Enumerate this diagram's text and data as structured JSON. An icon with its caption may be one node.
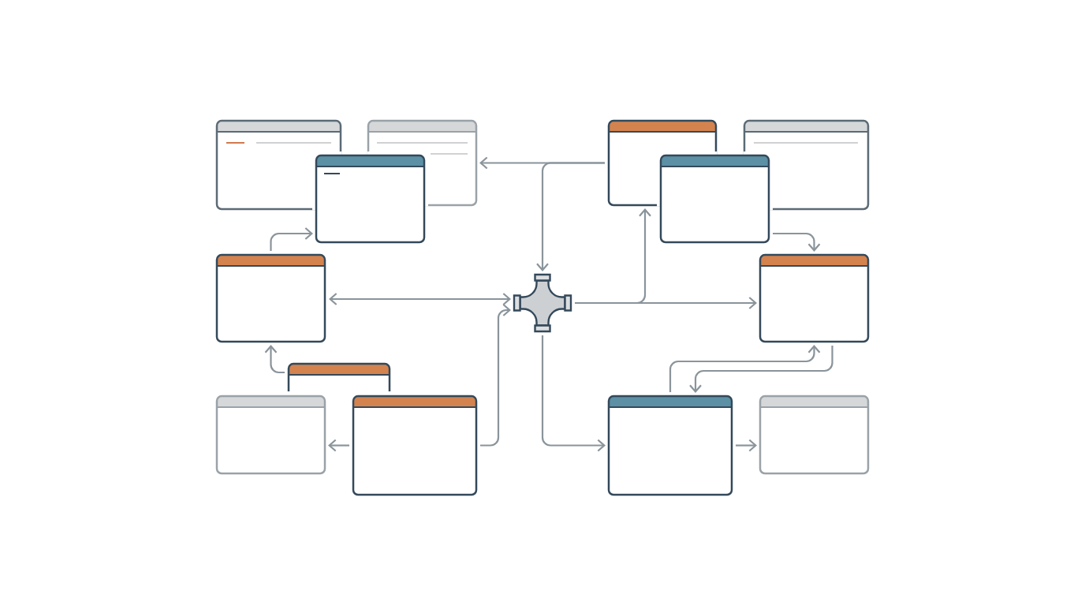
{
  "diagram": {
    "nodes": [
      {
        "text": [],
        "shape": "window"
      },
      {
        "text": [],
        "shape": "window"
      },
      {
        "text": [],
        "shape": "window"
      },
      {
        "text": [],
        "shape": "window"
      },
      {
        "text": [],
        "shape": "window"
      },
      {
        "text": [],
        "shape": "window"
      },
      {
        "text": [],
        "shape": "window"
      },
      {
        "text": [],
        "shape": "cross"
      },
      {
        "text": [],
        "shape": "window"
      },
      {
        "text": [],
        "shape": "window"
      },
      {
        "text": [],
        "shape": "window"
      },
      {
        "text": [],
        "shape": "window"
      },
      {
        "text": [],
        "shape": "window"
      },
      {
        "text": [],
        "shape": "window"
      }
    ],
    "edges": [
      {
        "from": 3,
        "to": 2,
        "arrow": "to"
      },
      {
        "from": 3,
        "to": 7,
        "arrow": "to"
      },
      {
        "from": 6,
        "to": 1,
        "arrow": "to"
      },
      {
        "from": 6,
        "to": 7,
        "arrow": "both"
      },
      {
        "from": 11,
        "to": 7,
        "arrow": "to"
      },
      {
        "from": 9,
        "to": 6,
        "arrow": "to"
      },
      {
        "from": 11,
        "to": 10,
        "arrow": "to"
      },
      {
        "from": 7,
        "to": 8,
        "arrow": "to"
      },
      {
        "from": 7,
        "to": 3,
        "arrow": "to"
      },
      {
        "from": 7,
        "to": 12,
        "arrow": "to"
      },
      {
        "from": 4,
        "to": 8,
        "arrow": "to"
      },
      {
        "from": 12,
        "to": 8,
        "arrow": "to"
      },
      {
        "from": 8,
        "to": 12,
        "arrow": "to"
      },
      {
        "from": 12,
        "to": 13,
        "arrow": "to"
      }
    ]
  }
}
